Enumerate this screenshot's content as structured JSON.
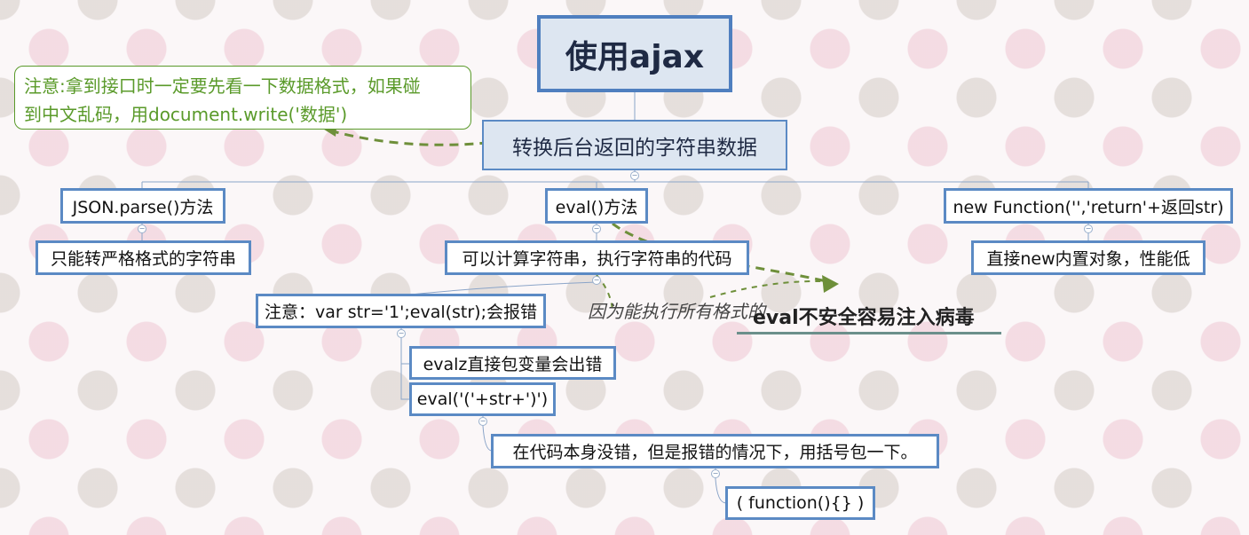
{
  "root": {
    "label": "使用ajax"
  },
  "main_topic": {
    "label": "转换后台返回的字符串数据"
  },
  "note": {
    "text_line1": "注意:拿到接口时一定要先看一下数据格式，如果碰",
    "text_line2": "到中文乱码，用document.write('数据')"
  },
  "methods": {
    "json_parse": {
      "label": "JSON.parse()方法",
      "child": "只能转严格格式的字符串"
    },
    "eval": {
      "label": "eval()方法",
      "child": "可以计算字符串，执行字符串的代码",
      "warning": "注意：var str='1';eval(str);会报错",
      "sub1": "evalz直接包变量会出错",
      "sub2": "eval('('+str+')')",
      "sub2_child": "在代码本身没错，但是报错的情况下，用括号包一下。",
      "sub2_grandchild": "( function(){} )"
    },
    "new_function": {
      "label": "new Function('','return'+返回str)",
      "child": "直接new内置对象，性能低"
    }
  },
  "floating": {
    "relation_text": "因为能执行所有格式的",
    "callout": "eval不安全容易注入病毒"
  },
  "colors": {
    "node_border": "#5b8ac4",
    "note_green": "#5a9a2a",
    "relation_arrow": "#6e8f3a",
    "callout_underline": "#6b8f8b"
  },
  "icons": {
    "collapse": "minus-circle-icon"
  }
}
